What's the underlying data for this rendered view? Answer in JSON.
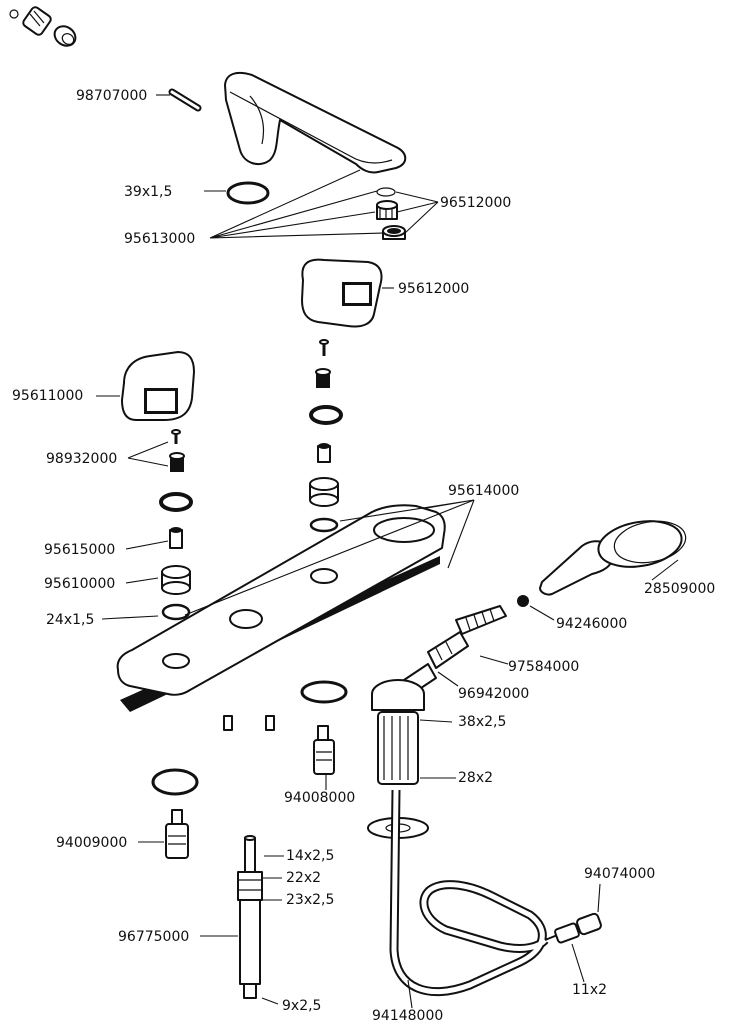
{
  "labels": {
    "p98707000": "98707000",
    "p39x15": "39x1,5",
    "p95613000": "95613000",
    "p96512000": "96512000",
    "p95612000": "95612000",
    "p95611000": "95611000",
    "p98932000": "98932000",
    "p95614000": "95614000",
    "p95615000": "95615000",
    "p95610000": "95610000",
    "p24x15": "24x1,5",
    "p28509000": "28509000",
    "p94246000": "94246000",
    "p97584000": "97584000",
    "p96942000": "96942000",
    "p38x25": "38x2,5",
    "p28x2": "28x2",
    "p94008000": "94008000",
    "p94009000": "94009000",
    "p14x25": "14x2,5",
    "p22x2": "22x2",
    "p23x25": "23x2,5",
    "p96775000": "96775000",
    "p94074000": "94074000",
    "p11x2": "11x2",
    "p9x25": "9x2,5",
    "p94148000": "94148000"
  }
}
